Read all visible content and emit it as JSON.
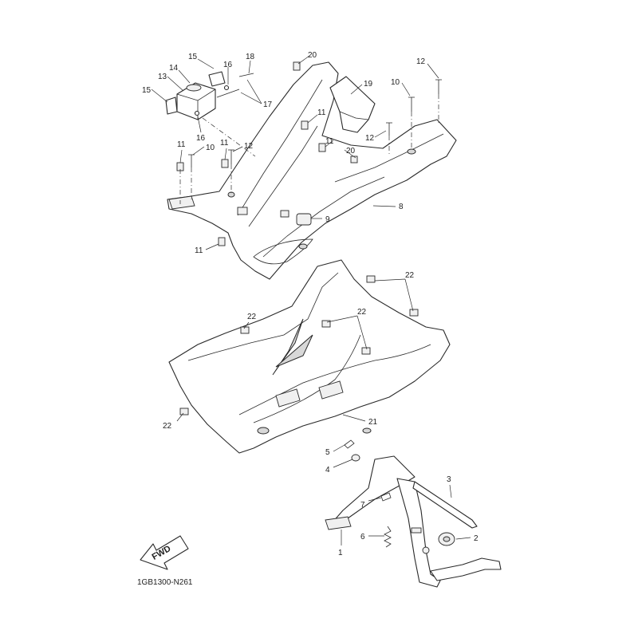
{
  "diagram_code": "1GB1300-N261",
  "fwd_label": "FWD",
  "callouts": {
    "c1": "1",
    "c2": "2",
    "c3": "3",
    "c4": "4",
    "c5": "5",
    "c6": "6",
    "c7": "7",
    "c8": "8",
    "c9": "9",
    "c10a": "10",
    "c10b": "10",
    "c11a": "11",
    "c11b": "11",
    "c11c": "11",
    "c11d": "11",
    "c11e": "11",
    "c12a": "12",
    "c12b": "12",
    "c12c": "12",
    "c13": "13",
    "c14": "14",
    "c15a": "15",
    "c15b": "15",
    "c16a": "16",
    "c16b": "16",
    "c17": "17",
    "c18": "18",
    "c19": "19",
    "c20a": "20",
    "c20b": "20",
    "c21": "21",
    "c22a": "22",
    "c22b": "22",
    "c22c": "22",
    "c22d": "22"
  }
}
